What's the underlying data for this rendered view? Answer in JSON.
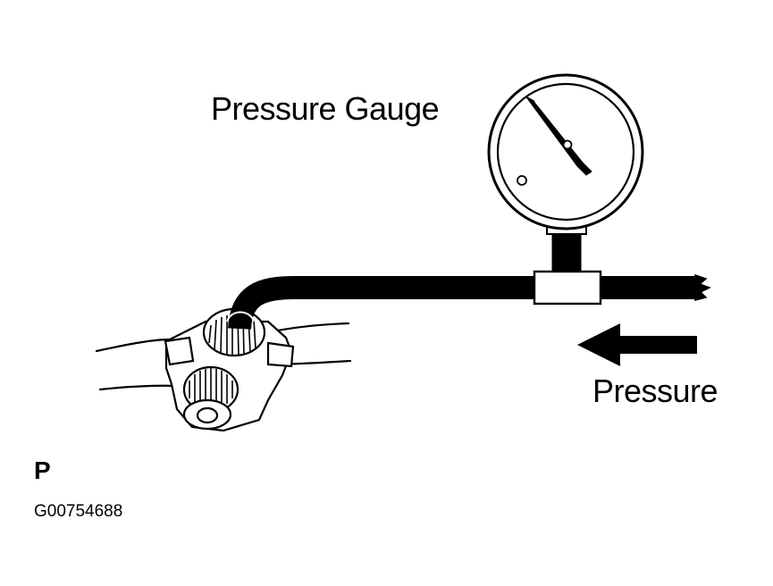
{
  "labels": {
    "pressure_gauge": "Pressure Gauge",
    "pressure": "Pressure",
    "view_letter": "P",
    "figure_code": "G00754688"
  },
  "colors": {
    "line": "#000000",
    "background": "#ffffff"
  },
  "icons": {
    "flow_arrow": "arrow-left-icon"
  }
}
